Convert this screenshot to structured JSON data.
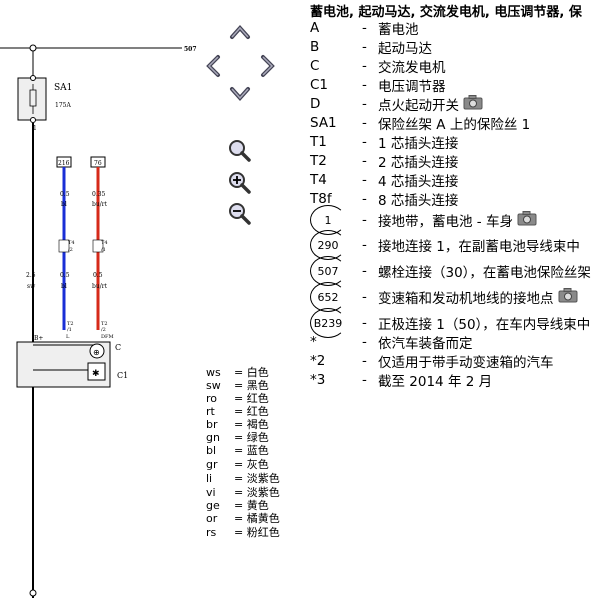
{
  "diagram": {
    "wire_number_top": "507",
    "fuse_code": "SA1",
    "fuse_rating": "175A",
    "pin_1": "1",
    "left_wire_size": "2.5",
    "left_wire_color": "sw",
    "conn_216": "216",
    "conn_76": "76",
    "wire_a_size": "0.5",
    "wire_a_color": "bl",
    "wire_b_size": "0.35",
    "wire_b_color": "bu/rt",
    "t4_label_a": "T4",
    "t4_sub_a": "/2",
    "t4_label_b": "T4",
    "t4_sub_b": "/1",
    "wire_c_size": "0.5",
    "wire_c_color": "bl",
    "wire_d_size": "0.5",
    "wire_d_color": "bu/rt",
    "t2_a": "T2",
    "t2_a_sub": "/1",
    "t2_a_pin": "L",
    "t2_b": "T2",
    "t2_b_sub": "/2",
    "t2_b_pin": "DFM",
    "bplus": "B+",
    "comp_c": "C",
    "comp_c1": "C1",
    "wire_blue": "#1a2fd6",
    "wire_red": "#d62a1a"
  },
  "legend": {
    "title": "蓄电池, 起动马达, 交流发电机, 电压调节器, 保",
    "rows": [
      {
        "code": "A",
        "dash": "-",
        "text": "蓄电池"
      },
      {
        "code": "B",
        "dash": "-",
        "text": "起动马达"
      },
      {
        "code": "C",
        "dash": "-",
        "text": "交流发电机"
      },
      {
        "code": "C1",
        "dash": "-",
        "text": "电压调节器"
      },
      {
        "code": "D",
        "dash": "-",
        "text": "点火起动开关"
      },
      {
        "code": "SA1",
        "dash": "-",
        "text": "保险丝架 A 上的保险丝 1"
      },
      {
        "code": "T1",
        "dash": "-",
        "text": "1 芯插头连接"
      },
      {
        "code": "T2",
        "dash": "-",
        "text": "2 芯插头连接"
      },
      {
        "code": "T4",
        "dash": "-",
        "text": "4 芯插头连接"
      },
      {
        "code": "T8f",
        "dash": "-",
        "text": "8 芯插头连接"
      },
      {
        "code": "1",
        "dash": "-",
        "text": "接地带，蓄电池 - 车身"
      },
      {
        "code": "290",
        "dash": "-",
        "text": "接地连接 1，在副蓄电池导线束中"
      },
      {
        "code": "507",
        "dash": "-",
        "text": "螺栓连接（30），在蓄电池保险丝架"
      },
      {
        "code": "652",
        "dash": "-",
        "text": "变速箱和发动机地线的接地点"
      },
      {
        "code": "B239",
        "dash": "-",
        "text": "正极连接 1（50），在车内导线束中"
      },
      {
        "code": "*",
        "dash": "-",
        "text": "依汽车装备而定"
      },
      {
        "code": "*2",
        "dash": "-",
        "text": "仅适用于带手动变速箱的汽车"
      },
      {
        "code": "*3",
        "dash": "-",
        "text": "截至 2014 年 2 月"
      }
    ]
  },
  "colors": {
    "title": "",
    "rows": [
      {
        "code": "ws",
        "eq": "=",
        "name": "白色"
      },
      {
        "code": "sw",
        "eq": "=",
        "name": "黑色"
      },
      {
        "code": "ro",
        "eq": "=",
        "name": "红色"
      },
      {
        "code": "rt",
        "eq": "=",
        "name": "红色"
      },
      {
        "code": "br",
        "eq": "=",
        "name": "褐色"
      },
      {
        "code": "gn",
        "eq": "=",
        "name": "绿色"
      },
      {
        "code": "bl",
        "eq": "=",
        "name": "蓝色"
      },
      {
        "code": "gr",
        "eq": "=",
        "name": "灰色"
      },
      {
        "code": "li",
        "eq": "=",
        "name": "淡紫色"
      },
      {
        "code": "vi",
        "eq": "=",
        "name": "淡紫色"
      },
      {
        "code": "ge",
        "eq": "=",
        "name": "黄色"
      },
      {
        "code": "or",
        "eq": "=",
        "name": "橘黄色"
      },
      {
        "code": "rs",
        "eq": "=",
        "name": "粉红色"
      }
    ]
  },
  "nav_icons": [
    "arrow-up-icon",
    "arrow-left-icon",
    "arrow-right-icon",
    "arrow-down-icon",
    "zoom-icon",
    "zoom-in-icon",
    "zoom-out-icon"
  ]
}
